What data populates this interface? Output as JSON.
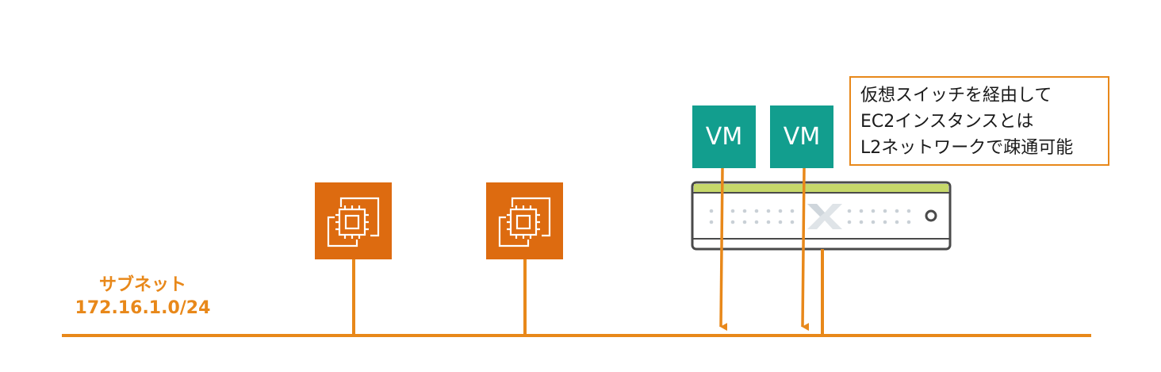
{
  "subnet": {
    "name": "サブネット",
    "cidr": "172.16.1.0/24"
  },
  "vms": [
    {
      "label": "VM"
    },
    {
      "label": "VM"
    }
  ],
  "note": {
    "lines": [
      "仮想スイッチを経由して",
      "EC2インスタンスとは",
      "L2ネットワークで疎通可能"
    ]
  },
  "icons": {
    "ec2": "ec2-instance-icon",
    "switch": "nutanix-switch-icon"
  },
  "colors": {
    "subnet_line": "#e8881a",
    "ec2": "#dd6b10",
    "vm": "#129e8e",
    "switch_top": "#c6d86a",
    "switch_body": "#4a4a4a"
  }
}
